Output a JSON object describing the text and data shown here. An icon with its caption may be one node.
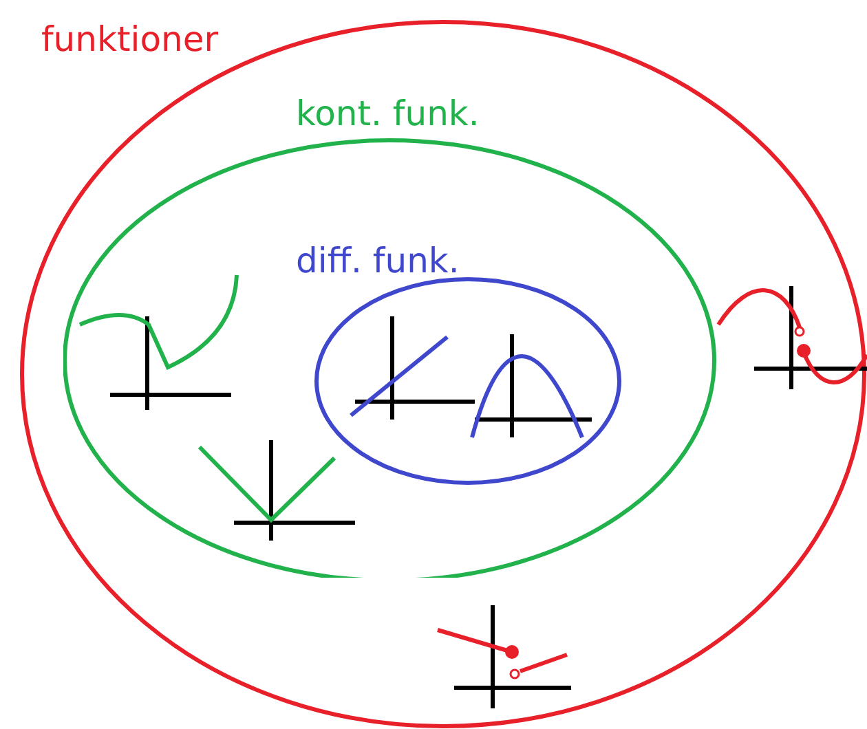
{
  "diagram": {
    "nodes": [
      {
        "text": [
          "funktioner"
        ]
      },
      {
        "text": [
          "kont. funk."
        ],
        "in": 0
      },
      {
        "text": [
          "diff. funk."
        ],
        "in": 1
      }
    ]
  }
}
